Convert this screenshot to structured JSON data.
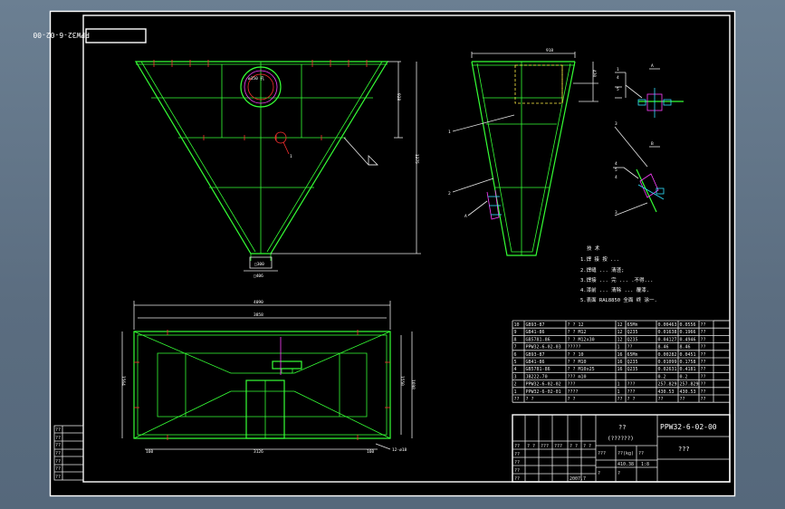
{
  "drawing": {
    "stamp_code": "PPW32-6-02-00",
    "title_code": "PPW32-6-02-00",
    "title_name": "??",
    "title_sub": "(??????)",
    "title_company": "???",
    "weight_label": "??(kg)",
    "scale_label": "??",
    "weight_value": "410.38",
    "scale_value": "1:8",
    "date_value": "2007.7"
  },
  "dimensions": {
    "front_top": "",
    "front_height_inner": "928",
    "front_height_total": "1375",
    "front_bottom_inner": "□300",
    "front_bottom_outer": "□406",
    "circle_label": "ø350 孔",
    "side_top": "918",
    "side_right": "420",
    "plan_width_outer": "4090",
    "plan_width_inner": "3858",
    "plan_height_left": "1564",
    "plan_height_right_a": "1550",
    "plan_height_right_b": "1698",
    "plan_bottom_mid": "3126",
    "plan_bottom_left": "160",
    "plan_bottom_right": "160",
    "plan_hole": "12-ø18"
  },
  "callouts": {
    "c1": "1",
    "c2": "2",
    "c3": "3",
    "c4": "4",
    "c5": "5",
    "ca": "A",
    "cb": "B"
  },
  "notes": {
    "heading": "技 术",
    "lines": [
      "1.焊 接 按 ...",
      "2.焊缝 ... 清渣;",
      "3.焊接 ... 完 ... .不得...",
      "4.漆前 ... 清除 ... 覆漆.",
      "5.表面 RAL8850 全面 终 涂一."
    ]
  },
  "bom": [
    {
      "no": "10",
      "code": "GB93-87",
      "name": "? ? 12",
      "qty": "12",
      "mat": "65Mn",
      "w1": "0.00463",
      "w2": "0.0556",
      "note": "??"
    },
    {
      "no": "9",
      "code": "GB41-86",
      "name": "? ? M12",
      "qty": "12",
      "mat": "Q235",
      "w1": "0.01638",
      "w2": "0.1966",
      "note": "??"
    },
    {
      "no": "8",
      "code": "GB5781-86",
      "name": "? ? M12x30",
      "qty": "12",
      "mat": "Q235",
      "w1": "0.04127",
      "w2": "0.4946",
      "note": "??"
    },
    {
      "no": "7",
      "code": "PPW32-6-02-03",
      "name": "?????",
      "qty": "1",
      "mat": "??",
      "w1": "8.46",
      "w2": "8.46",
      "note": "??"
    },
    {
      "no": "6",
      "code": "GB93-87",
      "name": "? ? 10",
      "qty": "16",
      "mat": "65Mn",
      "w1": "0.00282",
      "w2": "0.0451",
      "note": "??"
    },
    {
      "no": "5",
      "code": "GB41-86",
      "name": "? ? M10",
      "qty": "16",
      "mat": "Q235",
      "w1": "0.01099",
      "w2": "0.1758",
      "note": "??"
    },
    {
      "no": "4",
      "code": "GB5781-86",
      "name": "? ? M10x25",
      "qty": "16",
      "mat": "Q235",
      "w1": "0.02631",
      "w2": "0.4181",
      "note": "??"
    },
    {
      "no": "3",
      "code": "JB222-70",
      "name": "??? m10",
      "qty": "",
      "mat": "",
      "w1": "0.2",
      "w2": "0.2",
      "note": "??"
    },
    {
      "no": "2",
      "code": "PPW32-6-02-02",
      "name": "???",
      "qty": "1",
      "mat": "???",
      "w1": "257.829",
      "w2": "257.829",
      "note": "??"
    },
    {
      "no": "1",
      "code": "PPW32-6-02-01",
      "name": "????",
      "qty": "1",
      "mat": "???",
      "w1": "430.53",
      "w2": "430.53",
      "note": "??"
    }
  ],
  "bom_header": {
    "no": "??",
    "code": "? ?",
    "name": "? ?",
    "qty": "??",
    "mat": "? ?",
    "w1": "??",
    "w2": "??",
    "note": "??"
  },
  "title_block": {
    "r1": [
      "??",
      "? ?",
      "???",
      "???",
      "? ?",
      "? ?"
    ],
    "r2": [
      "??",
      "",
      "",
      "?",
      "?"
    ],
    "r3": [
      "??",
      "",
      "???",
      "????",
      "",
      "?"
    ]
  },
  "revision": [
    "??",
    "??",
    "??",
    "??",
    "??",
    "??",
    "??"
  ]
}
